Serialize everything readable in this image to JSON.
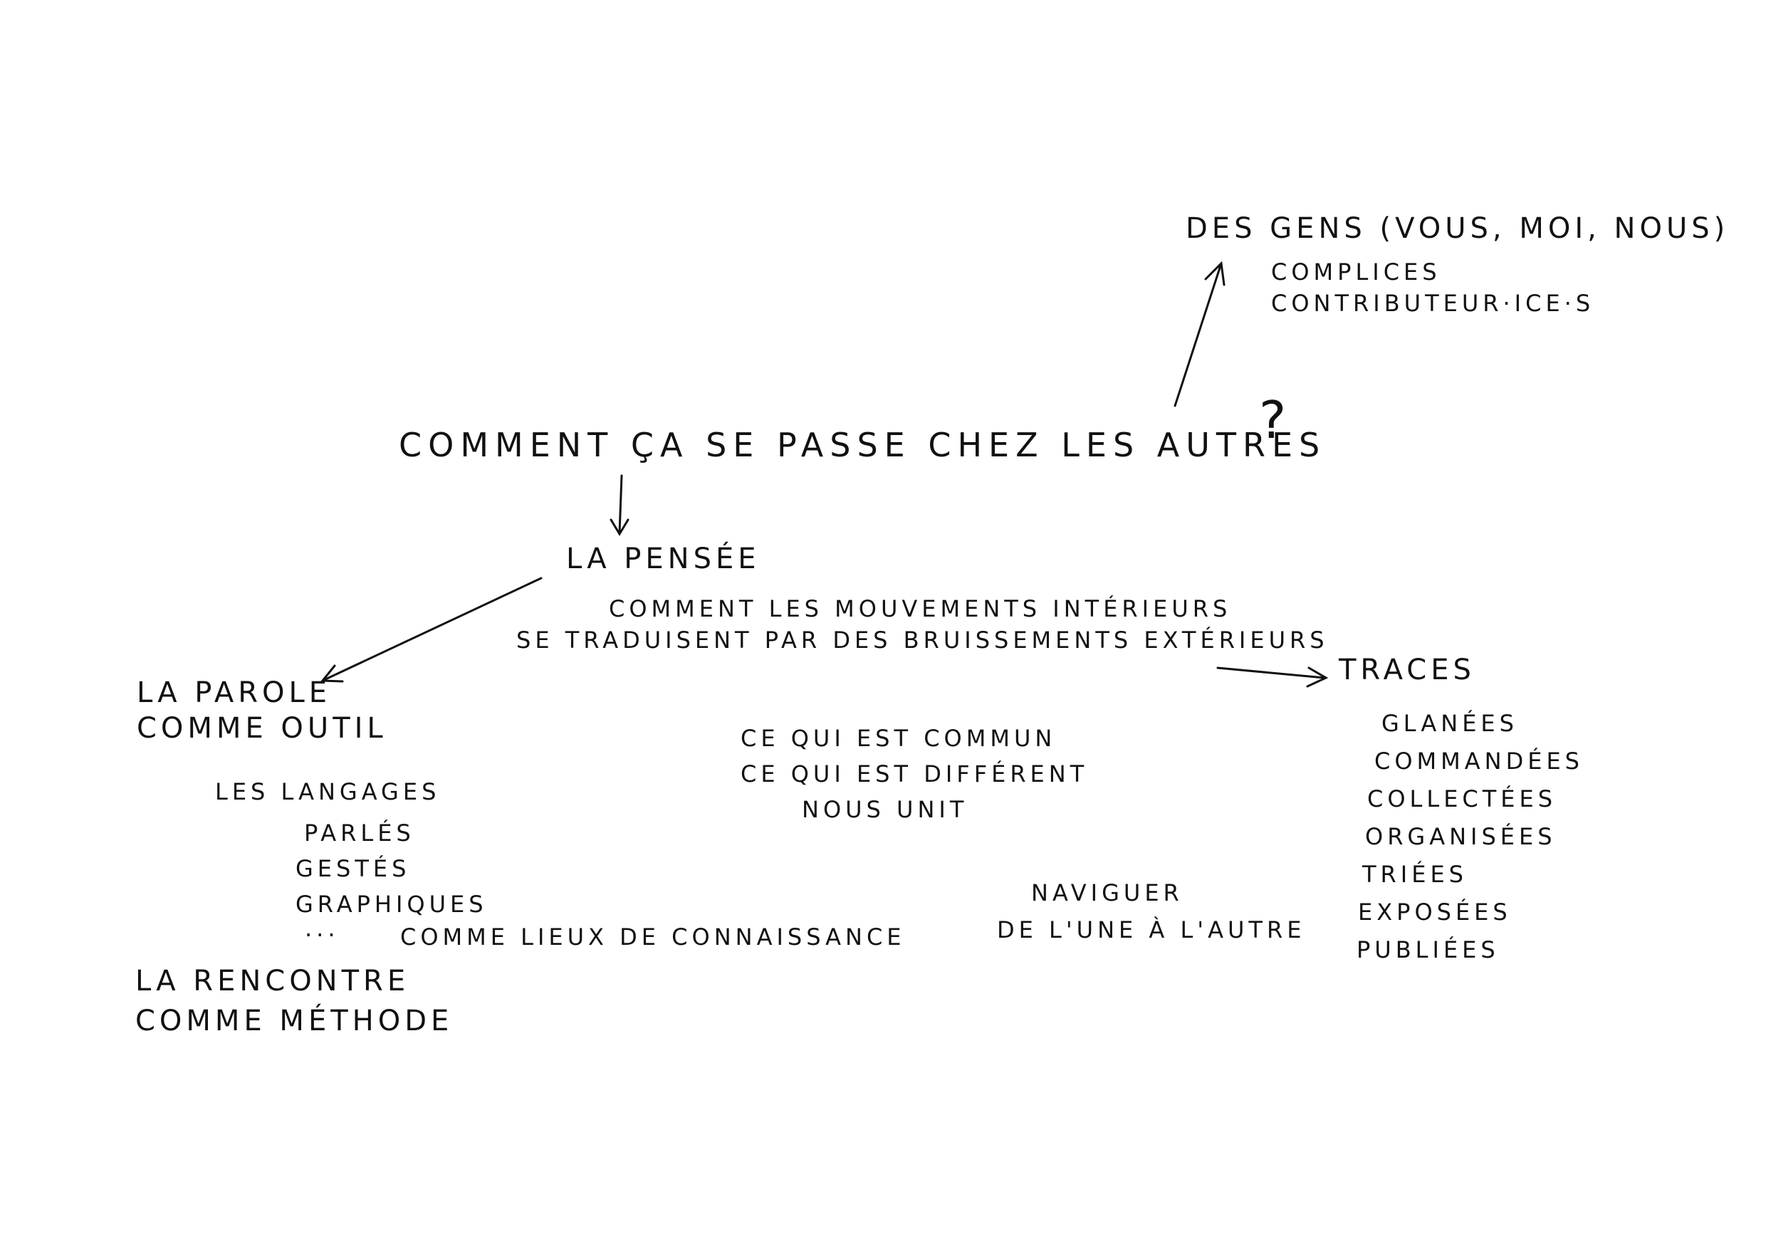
{
  "question": {
    "main": "COMMENT ÇA SE PASSE  CHEZ LES AUTRES",
    "mark": "?"
  },
  "people": {
    "title": "DES GENS  (VOUS, MOI, NOUS)",
    "items": [
      "COMPLICES",
      "CONTRIBUTEUR·ICE·S"
    ]
  },
  "thought": {
    "title": "LA PENSÉE",
    "lines": [
      "COMMENT LES MOUVEMENTS INTÉRIEURS",
      "SE TRADUISENT PAR DES BRUISSEMENTS EXTÉRIEURS"
    ]
  },
  "speech": {
    "lines": [
      "LA PAROLE",
      "COMME OUTIL"
    ]
  },
  "languages": {
    "title": "LES LANGAGES",
    "items": [
      "PARLÉS",
      "GESTÉS",
      "GRAPHIQUES"
    ],
    "ellipsis": "...",
    "suffix": "COMME LIEUX DE CONNAISSANCE"
  },
  "meeting": {
    "lines": [
      "LA RENCONTRE",
      "COMME MÉTHODE"
    ]
  },
  "common": {
    "lines": [
      "CE QUI EST COMMUN",
      "CE QUI EST DIFFÉRENT",
      "NOUS UNIT"
    ]
  },
  "navigate": {
    "lines": [
      "NAVIGUER",
      "DE L'UNE À L'AUTRE"
    ]
  },
  "traces": {
    "title": "TRACES",
    "items": [
      "GLANÉES",
      "COMMANDÉES",
      "COLLECTÉES",
      "ORGANISÉES",
      "TRIÉES",
      "EXPOSÉES",
      "PUBLIÉES"
    ]
  },
  "colors": {
    "ink": "#111111",
    "paper": "#ffffff"
  }
}
